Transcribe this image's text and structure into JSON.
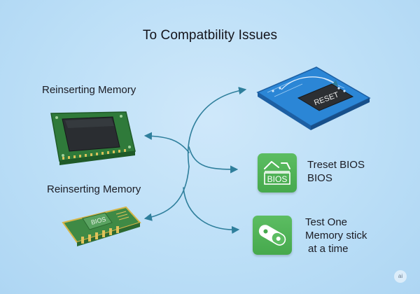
{
  "title": "To Compatbility Issues",
  "labels": {
    "reinsert_top": "Reinserting Memory",
    "reinsert_bottom": "Reinserting Memory"
  },
  "steps": {
    "reset_bios": {
      "line1": "Treset BIOS",
      "line2": "BIOS",
      "icon_text": "BIOS"
    },
    "test_memory": {
      "line1": "Test One",
      "line2": "Memory stick",
      "line3": "at a time"
    }
  },
  "board_text": {
    "reset_chip": "RESET",
    "memory_chip": "BIOS"
  },
  "watermark": "ai",
  "colors": {
    "background": "#bcdff7",
    "arrow": "#2f7f9c",
    "tile_green": "#4fb356",
    "pcb_green": "#2f7a3a",
    "board_blue": "#2b86d6"
  },
  "icons": [
    "memory-module",
    "reset-board",
    "bios-icon",
    "memory-stick-icon",
    "arrow"
  ]
}
